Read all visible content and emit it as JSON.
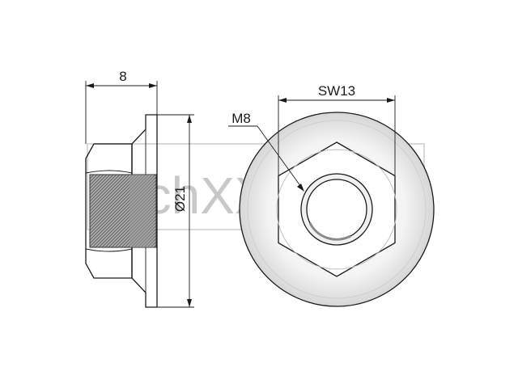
{
  "drawing": {
    "dimensions": {
      "length": "8",
      "diameter": "Ø21",
      "wrench_size": "SW13",
      "thread": "M8"
    },
    "watermark": {
      "text": "TechXXL"
    },
    "colors": {
      "line": "#1a1a1a",
      "watermark": "#c8c8c8",
      "thread_fill": "#8a8a8a"
    }
  }
}
